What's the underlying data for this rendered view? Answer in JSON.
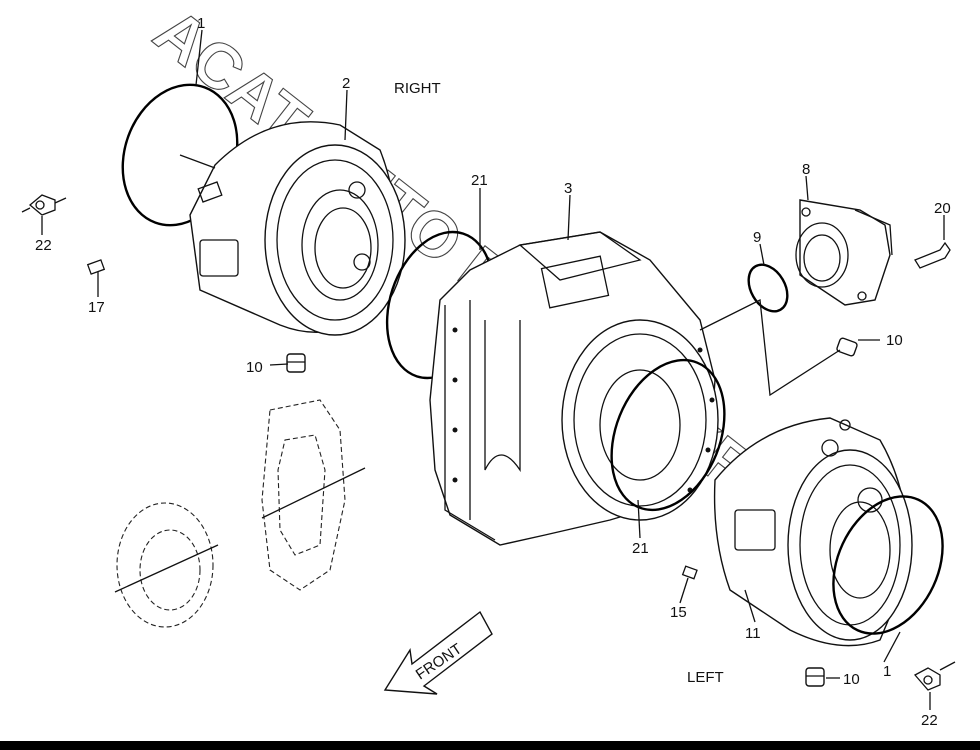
{
  "labels": {
    "right": "RIGHT",
    "left": "LEFT",
    "front": "FRONT"
  },
  "watermark": "ACAT AUTO PART.ELKRU",
  "callouts": [
    "1",
    "2",
    "21",
    "3",
    "8",
    "20",
    "9",
    "10",
    "22",
    "17",
    "10",
    "21",
    "15",
    "11",
    "10",
    "1",
    "22"
  ],
  "colors": {
    "line": "#111111",
    "background": "#ffffff",
    "bar": "#000000"
  }
}
